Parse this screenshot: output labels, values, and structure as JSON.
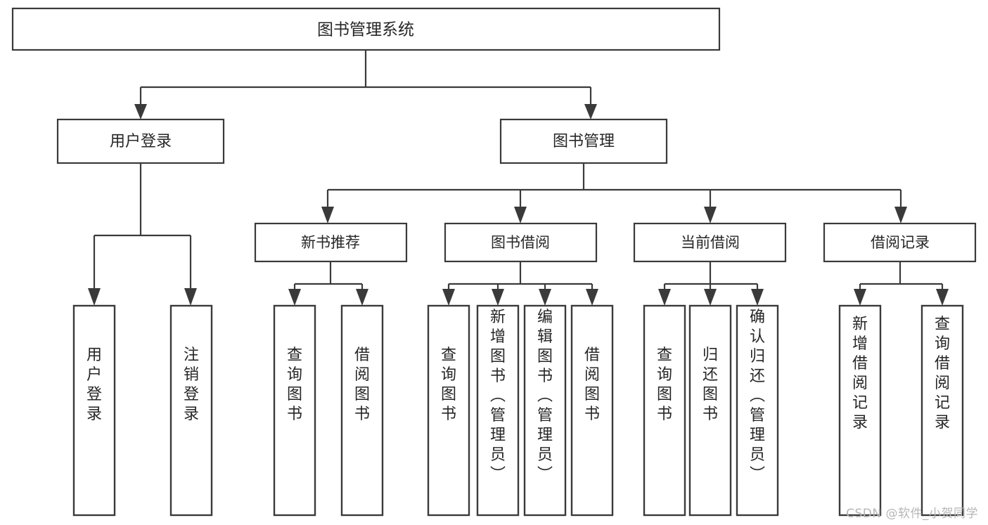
{
  "diagram": {
    "title": "图书管理系统",
    "type": "tree",
    "watermark": "CSDN @软件_小贺同学",
    "colors": {
      "stroke": "#3a3a3a",
      "fill": "#ffffff",
      "text": "#262626",
      "watermark": "#b6b6b6",
      "background": "#ffffff"
    },
    "nodes": {
      "root": {
        "label": "图书管理系统"
      },
      "level1": [
        {
          "id": "user-login",
          "label": "用户登录"
        },
        {
          "id": "book-manage",
          "label": "图书管理"
        }
      ],
      "level2": [
        {
          "id": "new-book-recommend",
          "label": "新书推荐",
          "parent": "book-manage"
        },
        {
          "id": "book-borrow",
          "label": "图书借阅",
          "parent": "book-manage"
        },
        {
          "id": "current-borrow",
          "label": "当前借阅",
          "parent": "book-manage"
        },
        {
          "id": "borrow-record",
          "label": "借阅记录",
          "parent": "book-manage"
        }
      ],
      "leaves": [
        {
          "id": "leaf-user-login",
          "label": "用户登录",
          "parent": "user-login"
        },
        {
          "id": "leaf-logout-login",
          "label": "注销登录",
          "parent": "user-login"
        },
        {
          "id": "leaf-query-book-1",
          "label": "查询图书",
          "parent": "new-book-recommend"
        },
        {
          "id": "leaf-borrow-book-1",
          "label": "借阅图书",
          "parent": "new-book-recommend"
        },
        {
          "id": "leaf-query-book-2",
          "label": "查询图书",
          "parent": "book-borrow"
        },
        {
          "id": "leaf-add-book",
          "label": "新增图书（管理员）",
          "parent": "book-borrow"
        },
        {
          "id": "leaf-edit-book",
          "label": "编辑图书（管理员）",
          "parent": "book-borrow"
        },
        {
          "id": "leaf-borrow-book-2",
          "label": "借阅图书",
          "parent": "book-borrow"
        },
        {
          "id": "leaf-query-book-3",
          "label": "查询图书",
          "parent": "current-borrow"
        },
        {
          "id": "leaf-return-book",
          "label": "归还图书",
          "parent": "current-borrow"
        },
        {
          "id": "leaf-confirm-return",
          "label": "确认归还（管理员）",
          "parent": "current-borrow"
        },
        {
          "id": "leaf-add-record",
          "label": "新增借阅记录",
          "parent": "borrow-record"
        },
        {
          "id": "leaf-query-record",
          "label": "查询借阅记录",
          "parent": "borrow-record"
        }
      ]
    }
  }
}
